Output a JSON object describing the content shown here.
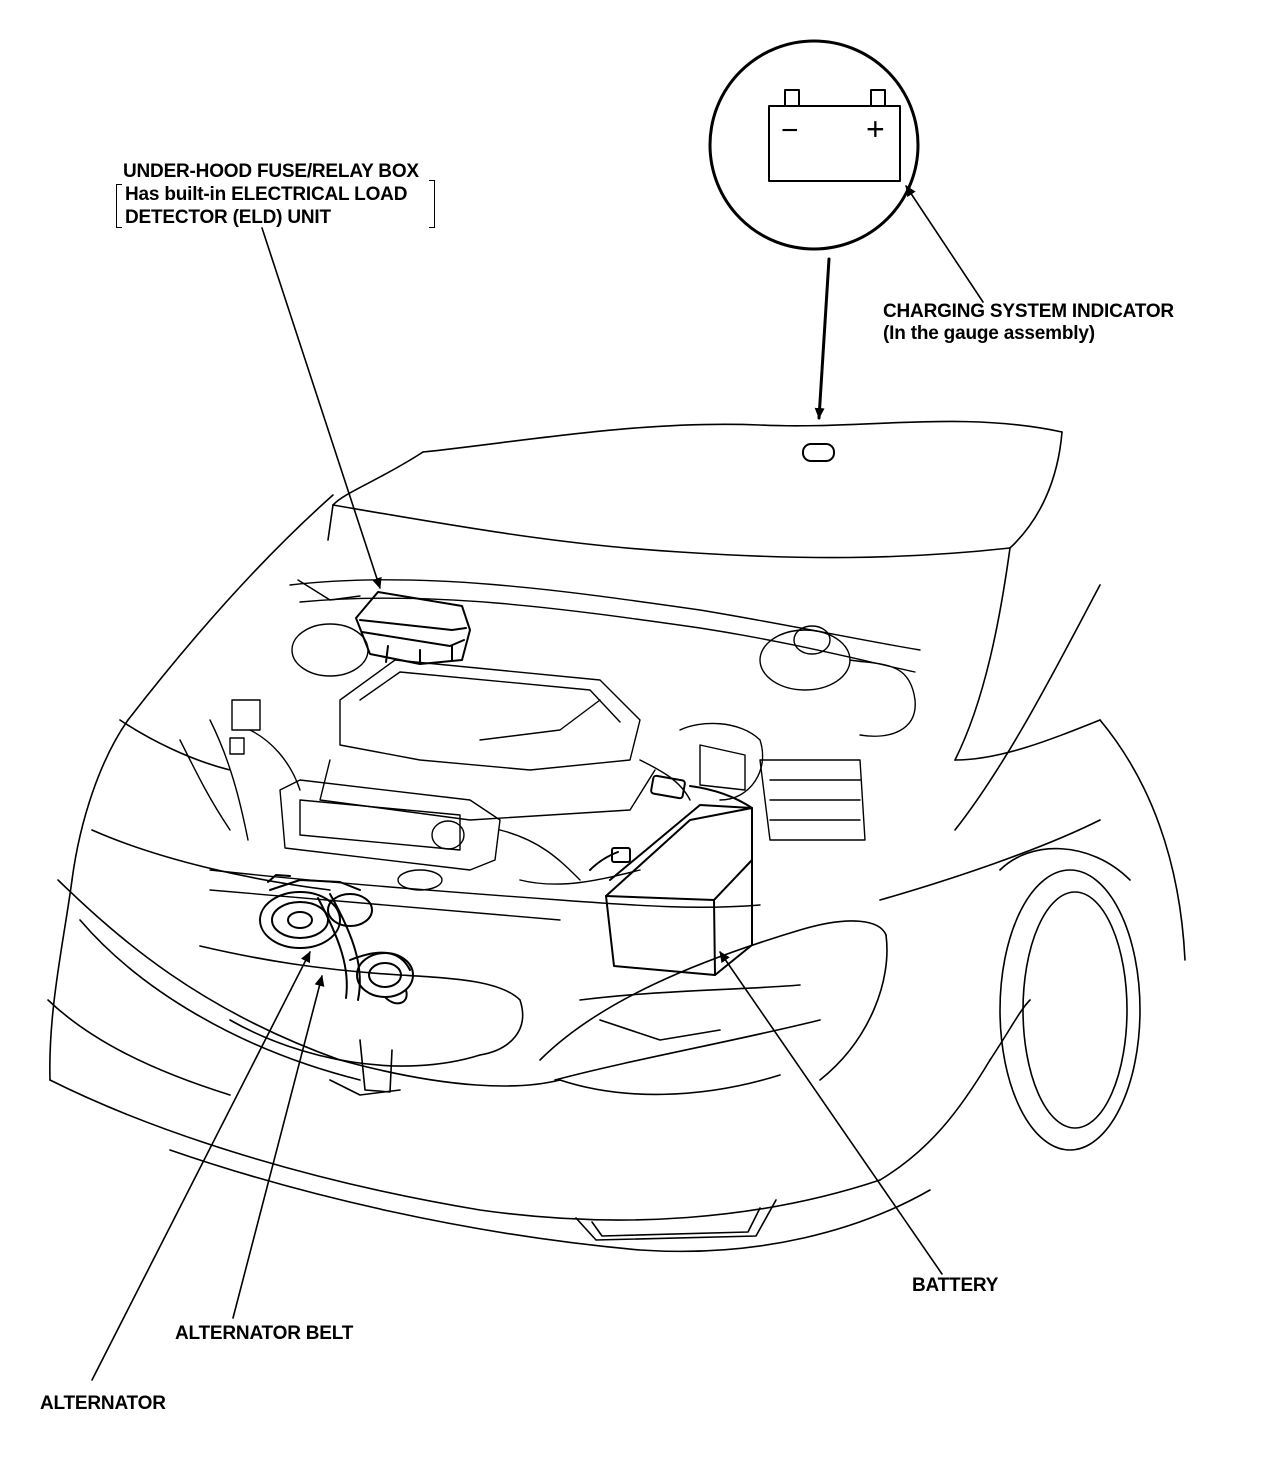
{
  "labels": {
    "fuse_box_line1": "UNDER-HOOD FUSE/RELAY BOX",
    "fuse_box_line2": "Has built-in ELECTRICAL LOAD",
    "fuse_box_line3": "DETECTOR (ELD) UNIT",
    "indicator_line1": "CHARGING SYSTEM INDICATOR",
    "indicator_line2": "(In the gauge assembly)",
    "battery": "BATTERY",
    "alternator_belt": "ALTERNATOR BELT",
    "alternator": "ALTERNATOR"
  },
  "battery_symbol": {
    "negative": "−",
    "positive": "+"
  },
  "colors": {
    "ink": "#000000",
    "paper": "#ffffff"
  }
}
